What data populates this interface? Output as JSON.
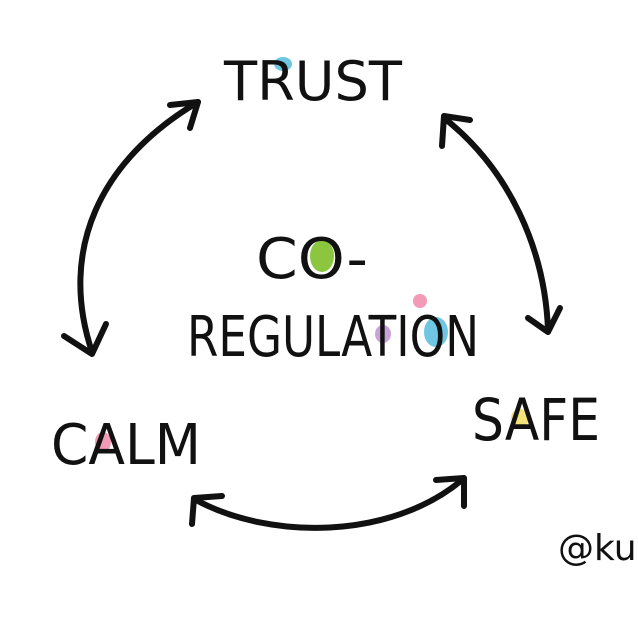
{
  "diagram": {
    "nodes": {
      "top": "TRUST",
      "right": "SAFE",
      "left": "CALM"
    },
    "center": {
      "line1": "CO-",
      "line2": "REGULATION"
    },
    "signature": "@ku",
    "colors": {
      "ink": "#111111",
      "blue": "#6fc6e3",
      "green": "#8cc63f",
      "pink": "#f39ab6",
      "purple": "#c9a3d8",
      "yellow": "#f3e27a"
    }
  }
}
